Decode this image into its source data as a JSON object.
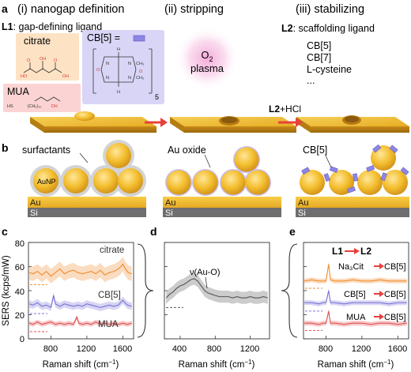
{
  "row_a": {
    "panel_letter": "a",
    "steps": [
      "(i) nanogap definition",
      "(ii) stripping",
      "(iii) stabilizing"
    ],
    "l1_prefix": "L1",
    "l1_text": ": gap-defining ligand",
    "citrate_label": "citrate",
    "cb5_label": "CB[5]",
    "cb5_eq": " =",
    "mua_label": "MUA",
    "mua_formula_left": "HS",
    "mua_formula_chain": "(CH₂)₁₀",
    "mua_formula_right": "OH",
    "cb5_subscript": "5",
    "cb5_substituents": [
      "H",
      "N",
      "N",
      "CH₃",
      "O",
      "O",
      "N",
      "N",
      "CH₃",
      "H"
    ],
    "plasma_top": "O",
    "plasma_sub": "2",
    "plasma_bottom": "plasma",
    "l2_add_prefix": "L2",
    "l2_add_suffix": "+HCl",
    "l2_prefix": "L2",
    "l2_text": ": scaffolding ligand",
    "l2_list": [
      "CB[5]",
      "CB[7]",
      "L-cysteine",
      "..."
    ]
  },
  "row_b": {
    "panel_letter": "b",
    "surfactants_label": "surfactants",
    "aunp_label": "AuNP",
    "au_oxide_label": "Au oxide",
    "cb5_label": "CB[5]",
    "au_label": "Au",
    "si_label": "Si"
  },
  "colors": {
    "gold": "#f3bd2c",
    "gold_dark": "#c8901a",
    "shell_gray": "#d3d3d3",
    "shell_lilac": "#c9bdf0",
    "cb_purple": "#8e86e6",
    "si_gray": "#6e6e6e",
    "arrow_red": "#e8403a",
    "citrate_orange": "#f08c2e",
    "cb5_purple": "#7b73d6",
    "mua_red": "#e05252",
    "oxide_gray": "#555555"
  },
  "row_c": {
    "panel_letter": "c",
    "series_labels": [
      "citrate",
      "CB[5]",
      "MUA"
    ],
    "ylabel": "SERS (kcps/mW)",
    "xlabel_text": "Raman shift (cm",
    "xlabel_sup": "−1",
    "xlabel_close": ")",
    "yticks": [
      "0",
      "20",
      "40",
      "60",
      "80"
    ],
    "xticks": [
      "800",
      "1200",
      "1600"
    ]
  },
  "row_d": {
    "panel_letter": "d",
    "annotation": "ν(Au-O)",
    "xlabel_text": "Raman shift (cm",
    "xlabel_sup": "−1",
    "xlabel_close": ")",
    "xticks": [
      "400",
      "800",
      "1200"
    ]
  },
  "row_e": {
    "panel_letter": "e",
    "header_left": "L1",
    "header_right": "L2",
    "rows": [
      {
        "left": "Na₃Cit",
        "right": "CB[5]"
      },
      {
        "left": "CB[5]",
        "right": "CB[5]"
      },
      {
        "left": "MUA",
        "right": "CB[5]"
      }
    ],
    "xlabel_text": "Raman shift (cm",
    "xlabel_sup": "−1",
    "xlabel_close": ")",
    "xticks": [
      "800",
      "1200",
      "1600"
    ]
  },
  "chart_data": [
    {
      "type": "line",
      "panel": "c",
      "xlabel": "Raman shift (cm−1)",
      "ylabel": "SERS (kcps/mW)",
      "xlim": [
        550,
        1720
      ],
      "ylim": [
        0,
        80
      ],
      "series": [
        {
          "name": "citrate",
          "color": "#f08c2e",
          "x": [
            560,
            600,
            650,
            700,
            750,
            800,
            850,
            900,
            950,
            1000,
            1050,
            1100,
            1150,
            1200,
            1250,
            1300,
            1350,
            1400,
            1450,
            1500,
            1550,
            1580,
            1600,
            1630,
            1660,
            1700
          ],
          "y": [
            55,
            54,
            56,
            53,
            56,
            52,
            55,
            58,
            54,
            56,
            57,
            55,
            54,
            55,
            56,
            54,
            57,
            53,
            55,
            56,
            58,
            60,
            62,
            58,
            55,
            54
          ],
          "band": 6
        },
        {
          "name": "CB[5]",
          "color": "#7b73d6",
          "x": [
            560,
            600,
            650,
            700,
            750,
            800,
            830,
            850,
            900,
            950,
            1000,
            1050,
            1100,
            1150,
            1200,
            1250,
            1300,
            1350,
            1400,
            1450,
            1500,
            1550,
            1600,
            1650,
            1700
          ],
          "y": [
            29,
            28,
            30,
            27,
            28,
            26,
            36,
            29,
            27,
            29,
            28,
            27,
            28,
            27,
            29,
            28,
            27,
            26,
            27,
            28,
            27,
            28,
            32,
            28,
            27
          ],
          "band": 3
        },
        {
          "name": "MUA",
          "color": "#e05252",
          "x": [
            560,
            600,
            650,
            700,
            750,
            800,
            850,
            900,
            950,
            1000,
            1050,
            1090,
            1110,
            1150,
            1200,
            1250,
            1300,
            1350,
            1400,
            1450,
            1500,
            1550,
            1600,
            1650,
            1700
          ],
          "y": [
            13,
            12,
            14,
            12,
            13,
            14,
            12,
            13,
            12,
            13,
            12,
            18,
            13,
            12,
            13,
            12,
            14,
            12,
            13,
            12,
            13,
            12,
            13,
            12,
            13
          ],
          "band": 2
        }
      ],
      "baselines": [
        {
          "series": "citrate",
          "y": 45
        },
        {
          "series": "CB[5]",
          "y": 21
        },
        {
          "series": "MUA",
          "y": 6
        }
      ]
    },
    {
      "type": "line",
      "panel": "d",
      "xlabel": "Raman shift (cm−1)",
      "xlim": [
        220,
        1420
      ],
      "ylim": [
        0,
        80
      ],
      "annotations": [
        "ν(Au-O)"
      ],
      "series": [
        {
          "name": "",
          "color": "#555555",
          "x": [
            240,
            280,
            320,
            360,
            400,
            440,
            480,
            520,
            560,
            600,
            640,
            680,
            720,
            760,
            800,
            850,
            900,
            950,
            1000,
            1050,
            1100,
            1150,
            1200,
            1250,
            1300,
            1350,
            1400
          ],
          "y": [
            34,
            37,
            39,
            42,
            44,
            45,
            47,
            49,
            50,
            48,
            44,
            40,
            38,
            37,
            36,
            35,
            35,
            35,
            34,
            35,
            34,
            34,
            35,
            34,
            34,
            35,
            34
          ],
          "band": 5
        }
      ],
      "baselines": [
        {
          "y": 26
        }
      ]
    },
    {
      "type": "line",
      "panel": "e",
      "xlabel": "Raman shift (cm−1)",
      "xlim": [
        550,
        1720
      ],
      "ylim": [
        0,
        80
      ],
      "series": [
        {
          "name": "Na₃Cit → CB[5]",
          "color": "#f08c2e",
          "x": [
            560,
            640,
            720,
            770,
            800,
            830,
            850,
            900,
            1000,
            1100,
            1200,
            1300,
            1400,
            1500,
            1600,
            1700
          ],
          "y": [
            48,
            49,
            48,
            48,
            48,
            62,
            49,
            48,
            48,
            49,
            48,
            48,
            49,
            48,
            48,
            48
          ],
          "band": 2
        },
        {
          "name": "CB[5] → CB[5]",
          "color": "#7b73d6",
          "x": [
            560,
            640,
            720,
            770,
            800,
            830,
            850,
            900,
            1000,
            1100,
            1200,
            1300,
            1400,
            1500,
            1600,
            1700
          ],
          "y": [
            30,
            30,
            29,
            30,
            30,
            40,
            30,
            30,
            29,
            30,
            30,
            30,
            30,
            29,
            30,
            30
          ],
          "band": 2
        },
        {
          "name": "MUA → CB[5]",
          "color": "#e05252",
          "x": [
            560,
            640,
            720,
            770,
            800,
            830,
            850,
            900,
            1000,
            1100,
            1200,
            1300,
            1400,
            1500,
            1600,
            1700
          ],
          "y": [
            13,
            13,
            12,
            13,
            13,
            23,
            13,
            13,
            12,
            13,
            13,
            12,
            13,
            13,
            12,
            13
          ],
          "band": 2
        }
      ],
      "baselines": [
        {
          "y": 42
        },
        {
          "y": 23
        },
        {
          "y": 7
        }
      ]
    }
  ]
}
